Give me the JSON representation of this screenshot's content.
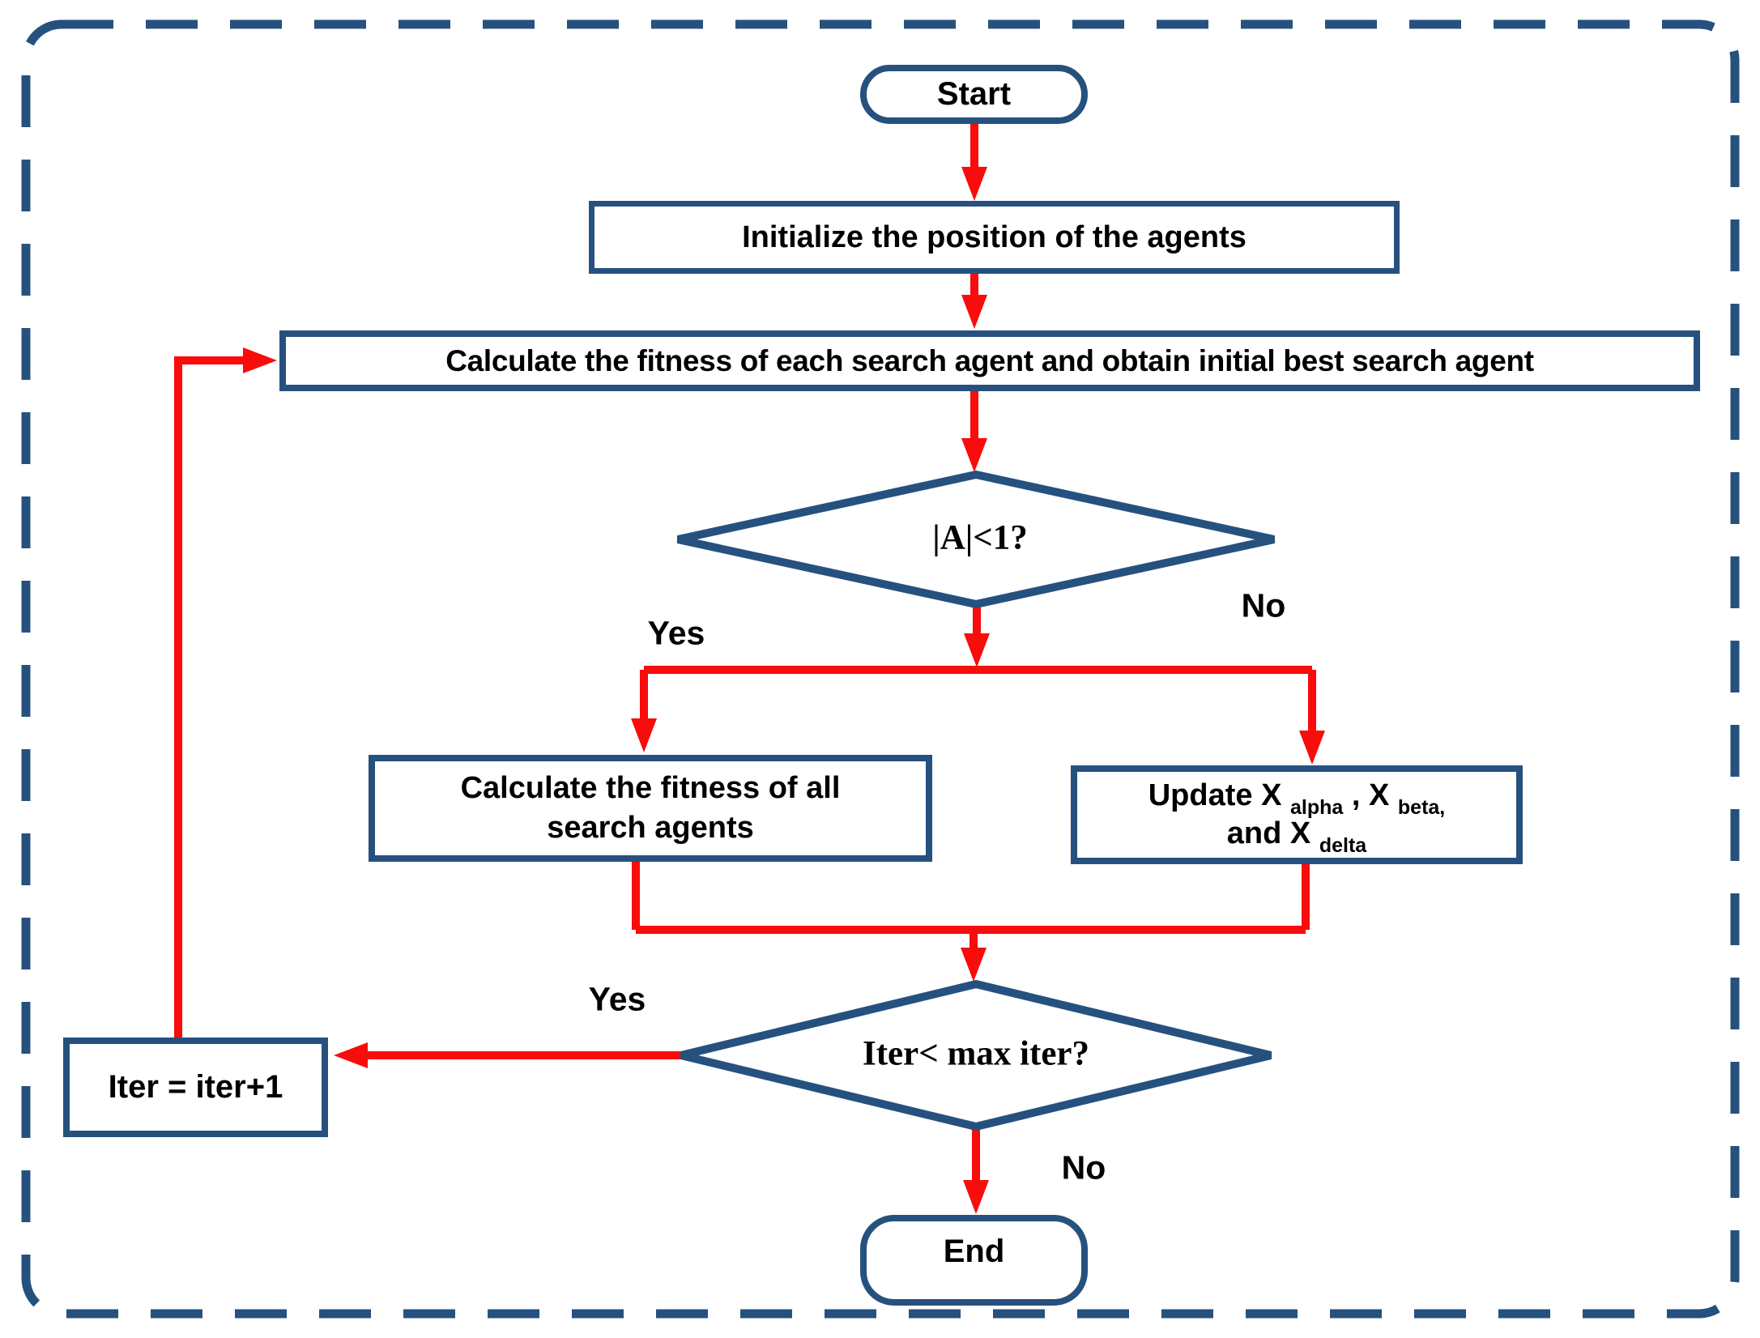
{
  "colors": {
    "outline": "#26517E",
    "arrow": "#F80C0C",
    "ink": "#000000",
    "background": "#FFFFFF"
  },
  "nodes": {
    "start": "Start",
    "initialize": "Initialize the position of the agents",
    "calculate_initial": "Calculate the fitness of each search agent and obtain initial best search agent",
    "decision_a": "|A|<1?",
    "calculate_all_line1": "Calculate the fitness of all",
    "calculate_all_line2": "search agents",
    "update": {
      "t1": "Update X",
      "sub1": "alpha",
      "t2": ", X",
      "sub2": "beta,",
      "t3": "and X",
      "sub3": "delta"
    },
    "decision_iter": "Iter< max iter?",
    "iter_increment": "Iter = iter+1",
    "end": "End"
  },
  "edge_labels": {
    "yes_a": "Yes",
    "no_a": "No",
    "yes_iter": "Yes",
    "no_iter": "No"
  }
}
